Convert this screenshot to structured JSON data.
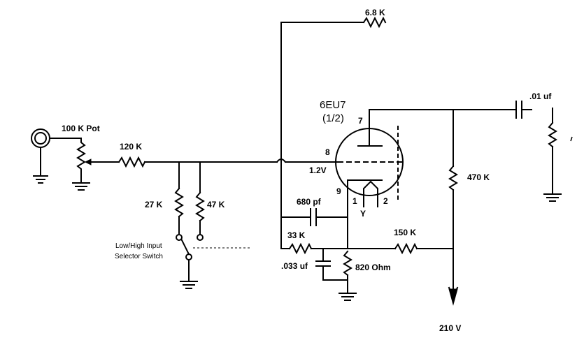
{
  "labels": {
    "r_6_8k": "6.8 K",
    "tube_type": "6EU7",
    "tube_half": "(1/2)",
    "cap_01uf": ".01 uf",
    "pot_100k": "100 K Pot",
    "r_120k": "120 K",
    "pin_8": "8",
    "bias_voltage": "1.2V",
    "pin_7": "7",
    "r_470k": "470 K",
    "r_27k": "27 K",
    "r_47k": "47 K",
    "cap_680pf": "680 pf",
    "pin_9": "9",
    "pin_1": "1",
    "pin_2": "2",
    "heater_y": "Y",
    "r_33k": "33 K",
    "r_150k": "150 K",
    "switch_line1": "Low/High Input",
    "switch_line2": "Selector Switch",
    "cap_033uf": ".033 uf",
    "r_820": "820 Ohm",
    "supply_210v": "210 V"
  }
}
